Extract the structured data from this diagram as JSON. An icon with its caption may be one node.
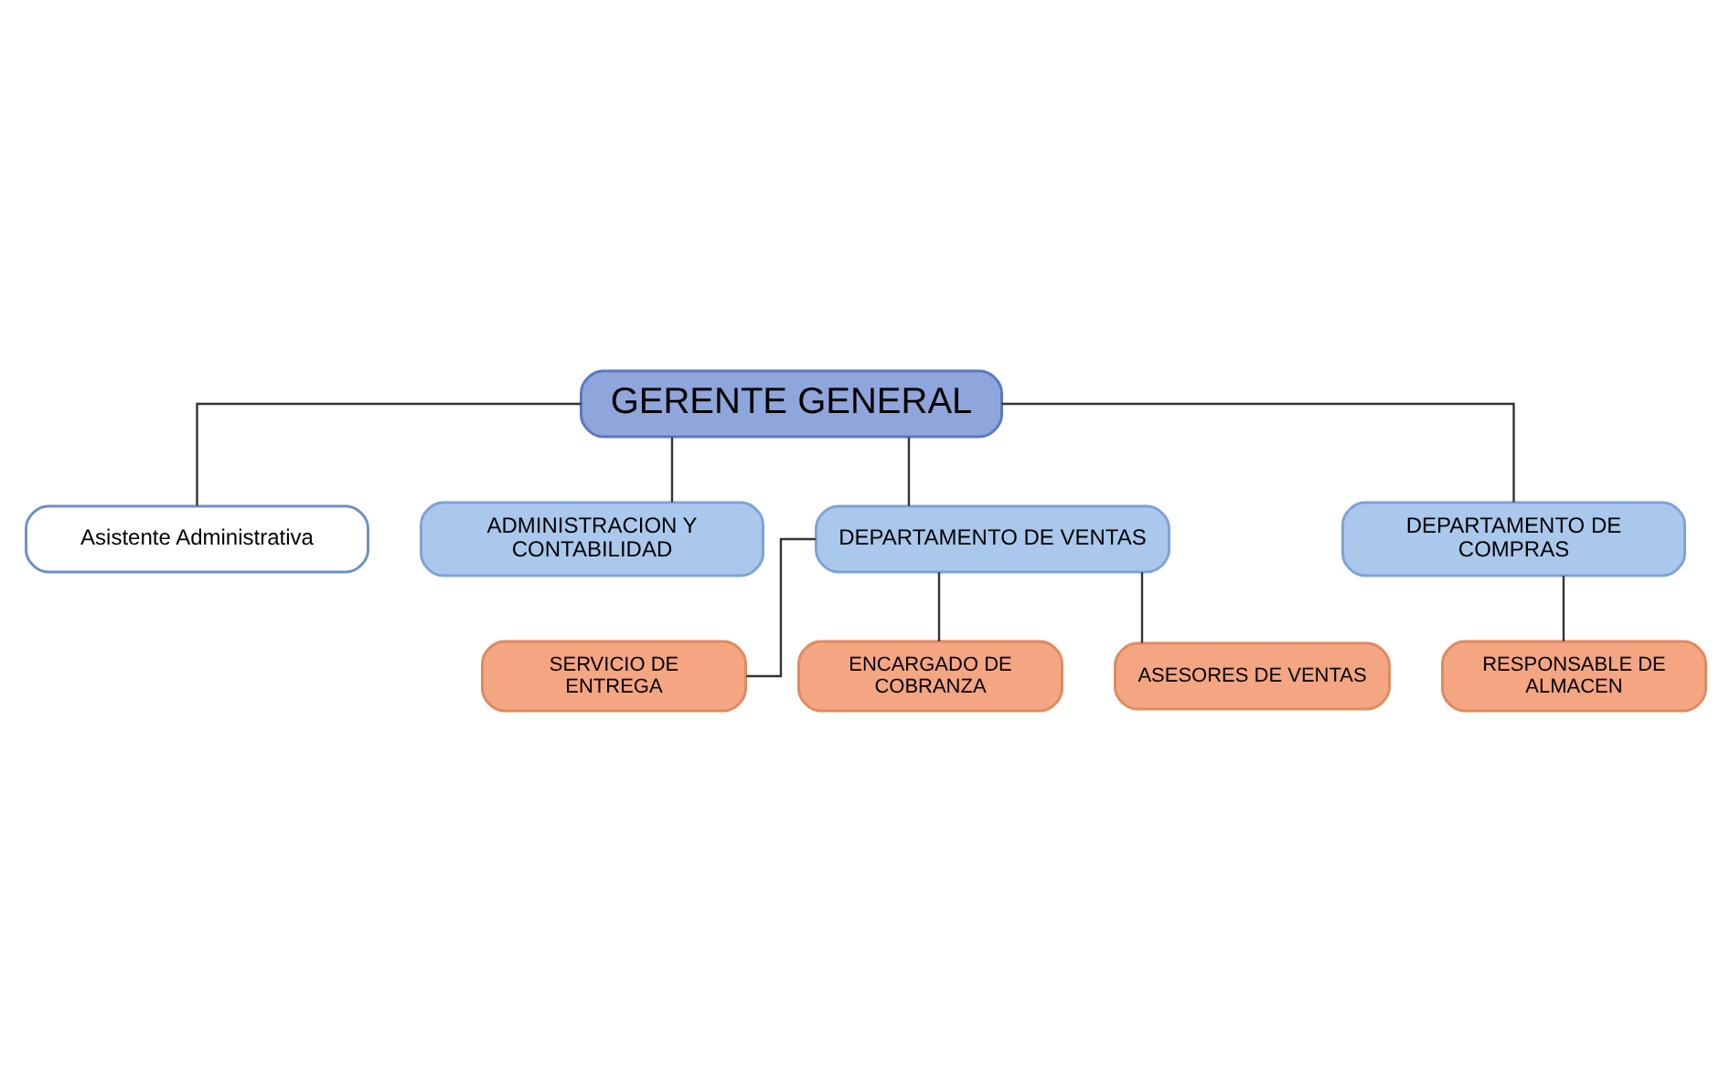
{
  "diagram": {
    "nodes": [
      {
        "text": [
          "GERENTE GENERAL"
        ]
      },
      {
        "text": [
          "Asistente Administrativa"
        ]
      },
      {
        "text": [
          "ADMINISTRACION Y CONTABILIDAD"
        ]
      },
      {
        "text": [
          "DEPARTAMENTO DE VENTAS"
        ]
      },
      {
        "text": [
          "DEPARTAMENTO DE COMPRAS"
        ]
      },
      {
        "text": [
          "SERVICIO DE ENTREGA"
        ]
      },
      {
        "text": [
          "ENCARGADO DE COBRANZA"
        ]
      },
      {
        "text": [
          "ASESORES DE VENTAS"
        ]
      },
      {
        "text": [
          "RESPONSABLE DE ALMACEN"
        ]
      }
    ],
    "edges": [
      {
        "from": 0,
        "to": 1,
        "arrow": "none"
      },
      {
        "from": 0,
        "to": 2,
        "arrow": "none"
      },
      {
        "from": 0,
        "to": 3,
        "arrow": "none"
      },
      {
        "from": 0,
        "to": 4,
        "arrow": "none"
      },
      {
        "from": 3,
        "to": 5,
        "arrow": "none"
      },
      {
        "from": 3,
        "to": 6,
        "arrow": "none"
      },
      {
        "from": 3,
        "to": 7,
        "arrow": "none"
      },
      {
        "from": 4,
        "to": 8,
        "arrow": "none"
      }
    ]
  }
}
